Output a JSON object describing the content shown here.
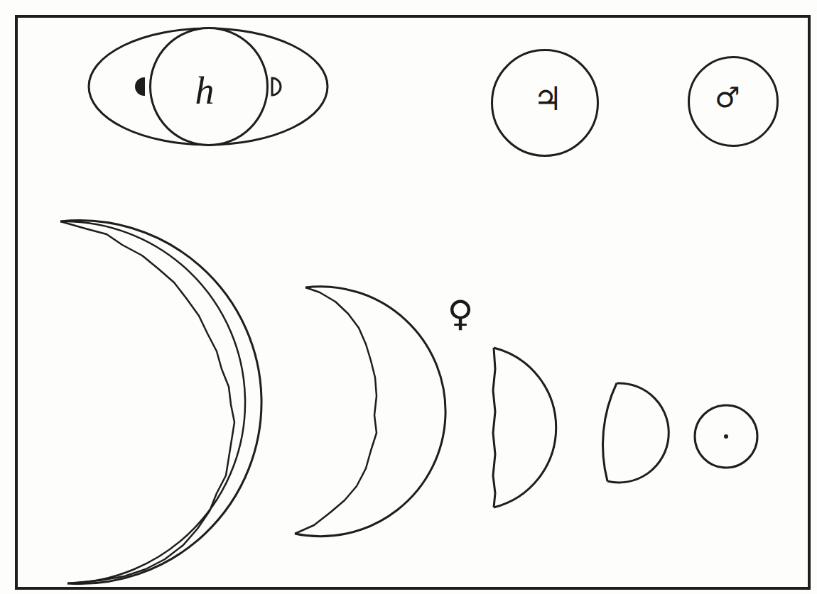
{
  "diagram": {
    "nodes": [
      {
        "text": [
          "h"
        ]
      },
      {
        "text": [
          "♃"
        ]
      },
      {
        "text": [
          "♂"
        ]
      }
    ],
    "labels": [
      "♀"
    ]
  }
}
